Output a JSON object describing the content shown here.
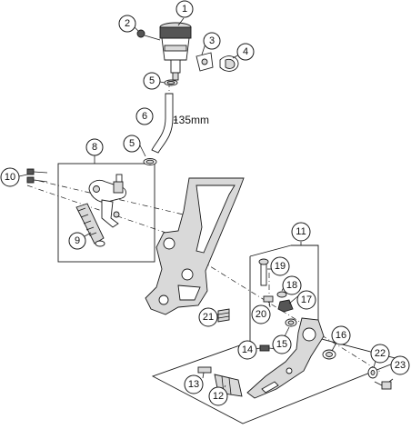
{
  "diagram": {
    "dimension_label": "135mm",
    "callouts": [
      {
        "id": "callout-1",
        "label": "1"
      },
      {
        "id": "callout-2",
        "label": "2"
      },
      {
        "id": "callout-3",
        "label": "3"
      },
      {
        "id": "callout-4",
        "label": "4"
      },
      {
        "id": "callout-5a",
        "label": "5"
      },
      {
        "id": "callout-6",
        "label": "6"
      },
      {
        "id": "callout-5b",
        "label": "5"
      },
      {
        "id": "callout-8",
        "label": "8"
      },
      {
        "id": "callout-9",
        "label": "9"
      },
      {
        "id": "callout-10",
        "label": "10"
      },
      {
        "id": "callout-11",
        "label": "11"
      },
      {
        "id": "callout-12",
        "label": "12"
      },
      {
        "id": "callout-13",
        "label": "13"
      },
      {
        "id": "callout-14",
        "label": "14"
      },
      {
        "id": "callout-15",
        "label": "15"
      },
      {
        "id": "callout-16",
        "label": "16"
      },
      {
        "id": "callout-17",
        "label": "17"
      },
      {
        "id": "callout-18",
        "label": "18"
      },
      {
        "id": "callout-19",
        "label": "19"
      },
      {
        "id": "callout-20",
        "label": "20"
      },
      {
        "id": "callout-21",
        "label": "21"
      },
      {
        "id": "callout-22",
        "label": "22"
      },
      {
        "id": "callout-23",
        "label": "23"
      }
    ]
  }
}
